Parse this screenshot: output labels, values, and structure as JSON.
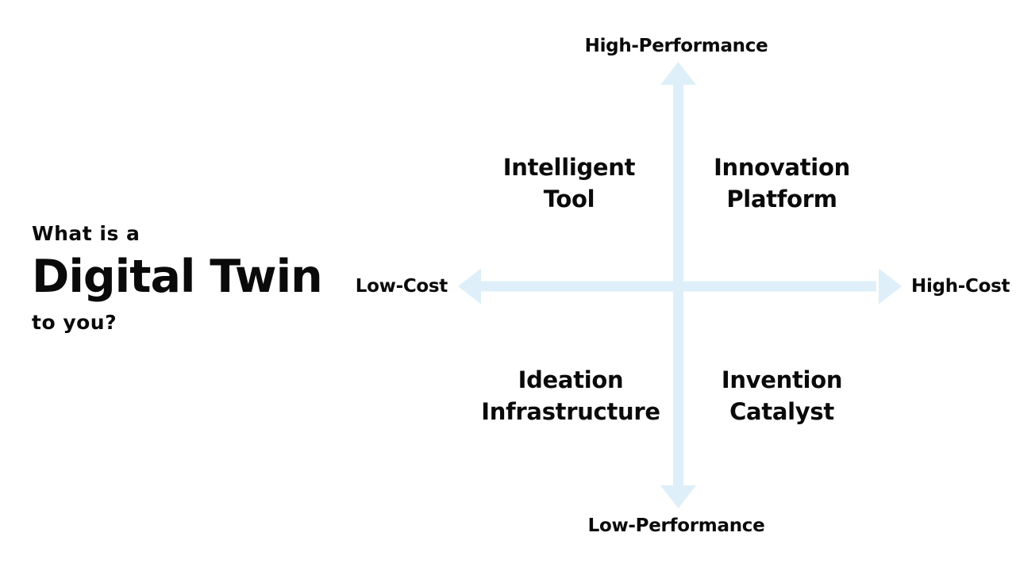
{
  "title": {
    "line1": "What is a",
    "line2": "Digital Twin",
    "line3": "to you?"
  },
  "diagram": {
    "axis_labels": {
      "top": "High-Performance",
      "bottom": "Low-Performance",
      "left": "Low-Cost",
      "right": "High-Cost"
    },
    "quadrants": [
      {
        "position": "top-left",
        "lines": [
          "Intelligent",
          "Tool"
        ]
      },
      {
        "position": "top-right",
        "lines": [
          "Innovation",
          "Platform"
        ]
      },
      {
        "position": "bottom-left",
        "lines": [
          "Ideation",
          "Infrastructure"
        ]
      },
      {
        "position": "bottom-right",
        "lines": [
          "Invention",
          "Catalyst"
        ]
      }
    ],
    "colors": {
      "arrow": "#DEEFF9",
      "text": "#0A0A0A",
      "background": "#FFFFFF"
    }
  }
}
